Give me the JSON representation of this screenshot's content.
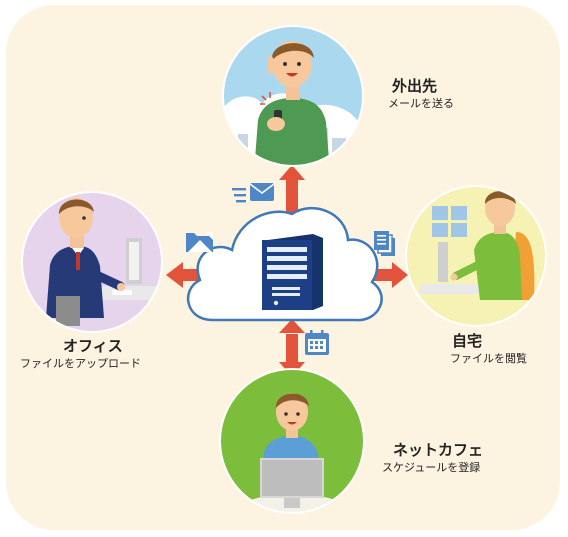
{
  "nodes": {
    "outside": {
      "title": "外出先",
      "subtitle": "メールを送る"
    },
    "office": {
      "title": "オフィス",
      "subtitle": "ファイルをアップロード"
    },
    "home": {
      "title": "自宅",
      "subtitle": "ファイルを閲覧"
    },
    "cafe": {
      "title": "ネットカフェ",
      "subtitle": "スケジュールを登録"
    }
  },
  "colors": {
    "panel": "#fdf3e1",
    "arrow": "#e2533b",
    "cloud_stroke": "#3f79b8",
    "server": "#1d3f86",
    "outside_bg": "#a9d8ef",
    "office_bg": "#e6d3ec",
    "home_bg": "#f6f2b4",
    "cafe_bg": "#7cbd3b",
    "icon_blue": "#4f86c6"
  },
  "icons": [
    "mail-icon",
    "folder-upload-icon",
    "documents-icon",
    "calendar-icon",
    "server-icon",
    "cloud-icon"
  ]
}
